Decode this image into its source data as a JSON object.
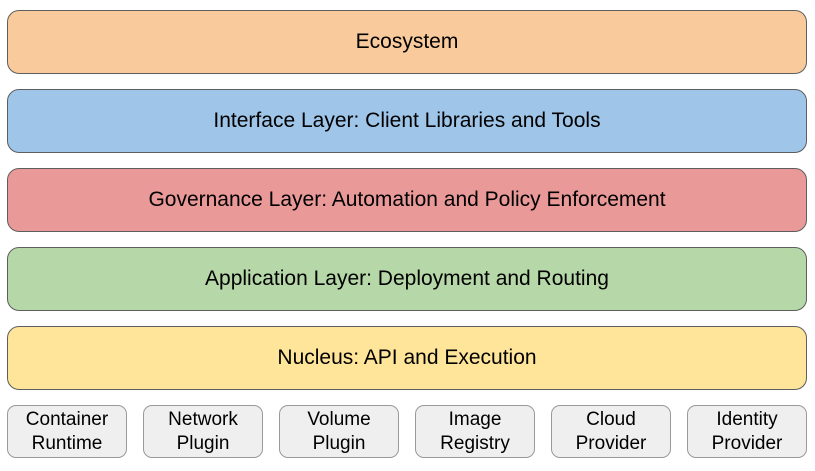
{
  "diagram": {
    "background": "#ffffff",
    "text_color": "#000000",
    "layer_border_color": "#5e5e5e",
    "provider_border_color": "#999999",
    "provider_fill_color": "#efefef"
  },
  "layers": [
    {
      "label": "Ecosystem",
      "color": "#f9cb9c"
    },
    {
      "label": "Interface Layer: Client Libraries and Tools",
      "color": "#9fc5e8"
    },
    {
      "label": "Governance Layer: Automation and Policy Enforcement",
      "color": "#ea9999"
    },
    {
      "label": "Application Layer: Deployment and Routing",
      "color": "#b6d7a8"
    },
    {
      "label": "Nucleus: API and Execution",
      "color": "#ffe599"
    }
  ],
  "providers": [
    {
      "label": "Container Runtime"
    },
    {
      "label": "Network Plugin"
    },
    {
      "label": "Volume Plugin"
    },
    {
      "label": "Image Registry"
    },
    {
      "label": "Cloud Provider"
    },
    {
      "label": "Identity Provider"
    }
  ]
}
